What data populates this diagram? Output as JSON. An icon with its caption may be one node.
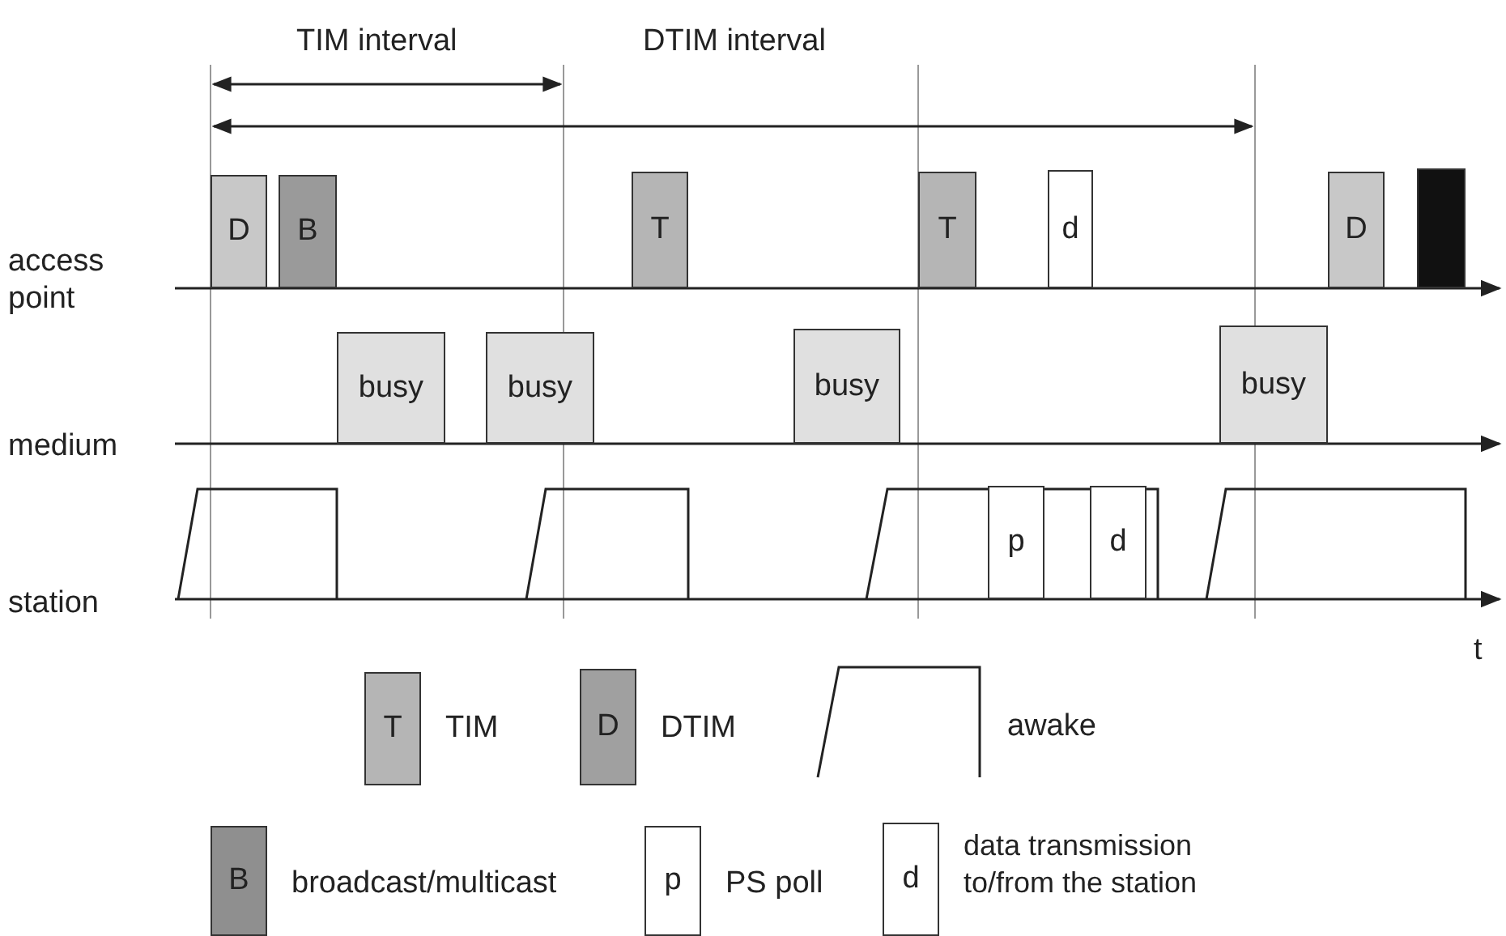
{
  "diagram": {
    "nodes": [
      {
        "text": [
          "D"
        ]
      },
      {
        "text": [
          "B"
        ]
      },
      {
        "text": [
          "T"
        ]
      },
      {
        "text": [
          "T"
        ]
      },
      {
        "text": [
          "d"
        ]
      },
      {
        "text": [
          "D"
        ]
      },
      {
        "text": [],
        "shape": "box"
      },
      {
        "text": [
          "busy"
        ]
      },
      {
        "text": [
          "busy"
        ]
      },
      {
        "text": [
          "busy"
        ]
      },
      {
        "text": [
          "busy"
        ]
      },
      {
        "text": [
          "p"
        ]
      },
      {
        "text": [
          "d"
        ]
      }
    ],
    "edges": [],
    "labels": [
      "TIM interval",
      "DTIM interval",
      "access point",
      "medium",
      "station",
      "t",
      "T",
      "D",
      "B",
      "p",
      "d"
    ],
    "legend": [
      {
        "text": "TIM",
        "color": "#b5b5b5"
      },
      {
        "text": "DTIM",
        "color": "#a0a0a0"
      },
      {
        "text": "awake"
      },
      {
        "text": "broadcast/multicast",
        "color": "#8f8f8f"
      },
      {
        "text": "PS poll",
        "color": "#ffffff"
      },
      {
        "text": "data transmission to/from the station",
        "color": "#ffffff"
      }
    ]
  }
}
